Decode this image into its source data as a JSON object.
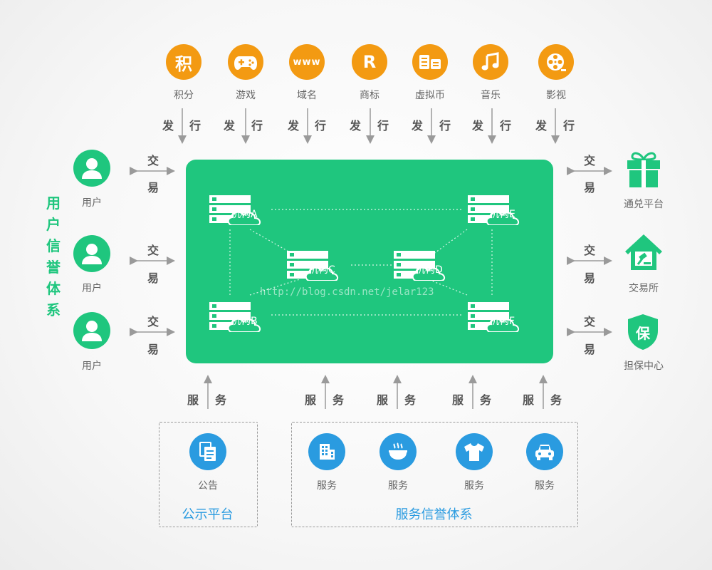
{
  "top_items": [
    {
      "label": "积分",
      "icon_text": "积",
      "icon": "points-icon"
    },
    {
      "label": "游戏",
      "icon_text": "",
      "icon": "gamepad-icon"
    },
    {
      "label": "域名",
      "icon_text": "www",
      "icon": "domain-icon"
    },
    {
      "label": "商标",
      "icon_text": "R",
      "icon": "trademark-icon"
    },
    {
      "label": "虚拟币",
      "icon_text": "",
      "icon": "coins-icon"
    },
    {
      "label": "音乐",
      "icon_text": "",
      "icon": "music-note-icon"
    },
    {
      "label": "影视",
      "icon_text": "",
      "icon": "film-reel-icon"
    }
  ],
  "issue_label": [
    "发",
    "行"
  ],
  "trade_label": [
    "交",
    "易"
  ],
  "service_label": [
    "服",
    "务"
  ],
  "left_users": [
    {
      "label": "用户"
    },
    {
      "label": "用户"
    },
    {
      "label": "用户"
    }
  ],
  "side_title": "用户信誉体系",
  "right_items": [
    {
      "label": "通兑平台",
      "icon": "gift-icon"
    },
    {
      "label": "交易所",
      "icon": "exchange-house-icon"
    },
    {
      "label": "担保中心",
      "icon": "guarantee-shield-icon",
      "icon_text": "保"
    }
  ],
  "nodes": [
    {
      "label": "机构A"
    },
    {
      "label": "机构B"
    },
    {
      "label": "机构C"
    },
    {
      "label": "机构D"
    },
    {
      "label": "机构E"
    },
    {
      "label": "机构F"
    }
  ],
  "watermark": "http://blog.csdn.net/jelar123",
  "public_platform": {
    "title": "公示平台",
    "item": "公告"
  },
  "service_system": {
    "title": "服务信誉体系",
    "items": [
      "服务",
      "服务",
      "服务",
      "服务"
    ]
  },
  "colors": {
    "orange": "#f39a12",
    "green": "#1fc67e",
    "blue": "#2a9be0",
    "gray": "#9a9a9a"
  }
}
